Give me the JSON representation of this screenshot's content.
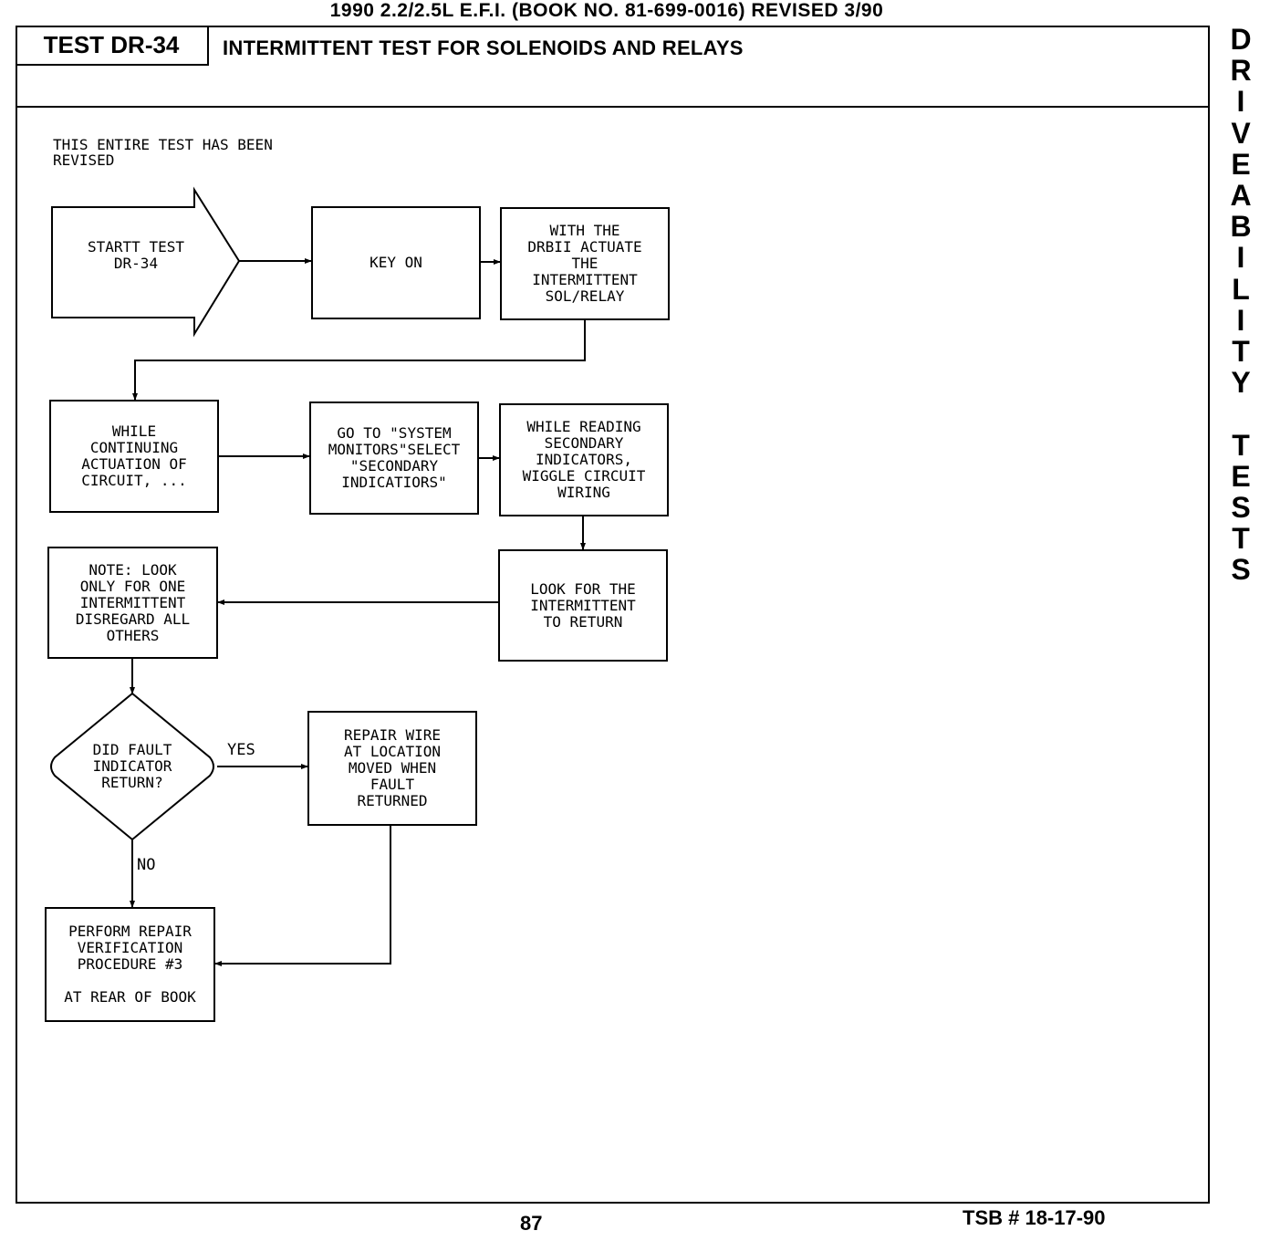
{
  "header": {
    "top_line": "1990 2.2/2.5L E.F.I.  (BOOK NO. 81-699-0016)   REVISED 3/90",
    "test_id": "TEST DR-34",
    "test_title": "INTERMITTENT TEST FOR SOLENOIDS AND RELAYS"
  },
  "side_tab": [
    "D",
    "R",
    "I",
    "V",
    "E",
    "A",
    "B",
    "I",
    "L",
    "I",
    "T",
    "Y",
    " ",
    "T",
    "E",
    "S",
    "T",
    "S"
  ],
  "revision_note": "THIS ENTIRE TEST HAS BEEN\nREVISED",
  "flowchart": {
    "start": "STARTT TEST\nDR-34",
    "key_on": "KEY ON",
    "actuate": "WITH THE\nDRBII ACTUATE\nTHE\nINTERMITTENT\nSOL/RELAY",
    "continuing": "WHILE\nCONTINUING\nACTUATION OF\nCIRCUIT, ...",
    "goto": "GO TO \"SYSTEM\nMONITORS\"SELECT\n\"SECONDARY\nINDICATIORS\"",
    "wiggle": "WHILE READING\nSECONDARY\nINDICATORS,\nWIGGLE CIRCUIT\nWIRING",
    "look_for": "LOOK FOR THE\nINTERMITTENT\nTO RETURN",
    "note": "NOTE: LOOK\nONLY FOR ONE\nINTERMITTENT\nDISREGARD ALL\nOTHERS",
    "decision": "DID FAULT\nINDICATOR\nRETURN?",
    "repair": "REPAIR WIRE\nAT LOCATION\nMOVED WHEN\nFAULT\nRETURNED",
    "verify": "PERFORM REPAIR\nVERIFICATION\nPROCEDURE #3\n\nAT REAR OF BOOK",
    "yes_label": "YES",
    "no_label": "NO"
  },
  "footer": {
    "page": "87",
    "tsb": "TSB # 18-17-90"
  }
}
